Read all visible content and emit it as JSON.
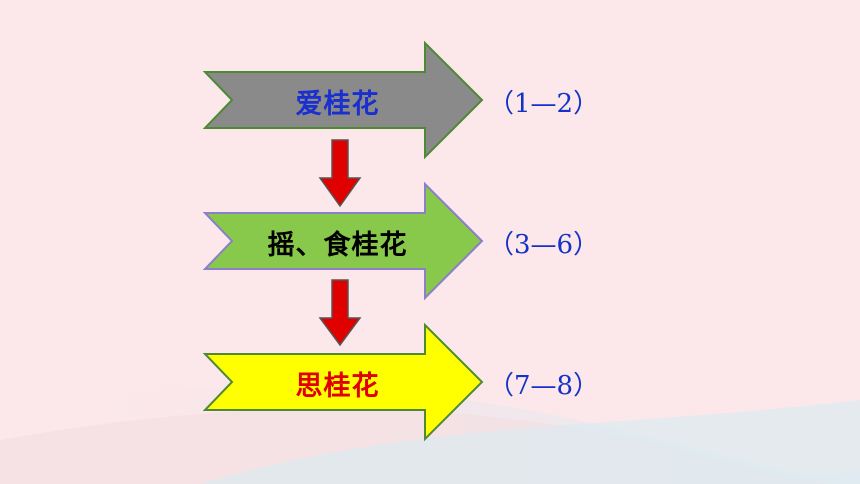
{
  "colors": {
    "background": "#fce8ea",
    "arrow1_fill": "#8a8a8a",
    "arrow2_fill": "#88c84a",
    "arrow3_fill": "#ffff00",
    "arrow_stroke": "#4d8a34",
    "connector_fill": "#e00000",
    "label1_color": "#1a2fd0",
    "label2_color": "#000000",
    "label3_color": "#e00000",
    "range_color": "#1432c8"
  },
  "steps": [
    {
      "label": "爱桂花",
      "range": "（1—2）"
    },
    {
      "label": "摇、食桂花",
      "range": "（3—6）"
    },
    {
      "label": "思桂花",
      "range": "（7—8）"
    }
  ]
}
